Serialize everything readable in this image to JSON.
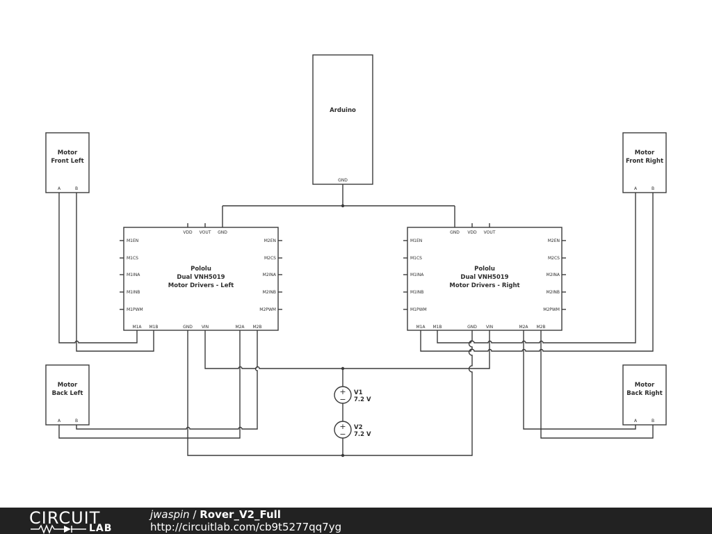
{
  "arduino": {
    "title": "Arduino",
    "gnd": "GND"
  },
  "motors": {
    "front_left": {
      "line1": "Motor",
      "line2": "Front Left",
      "pin_a": "A",
      "pin_b": "B"
    },
    "front_right": {
      "line1": "Motor",
      "line2": "Front Right",
      "pin_a": "A",
      "pin_b": "B"
    },
    "back_left": {
      "line1": "Motor",
      "line2": "Back Left",
      "pin_a": "A",
      "pin_b": "B"
    },
    "back_right": {
      "line1": "Motor",
      "line2": "Back Right",
      "pin_a": "A",
      "pin_b": "B"
    }
  },
  "driver_left": {
    "line1": "Pololu",
    "line2": "Dual VNH5019",
    "line3": "Motor Drivers - Left",
    "pins": {
      "vdd": "VDD",
      "vout": "VOUT",
      "gnd": "GND",
      "vin": "VIN",
      "m1en": "M1EN",
      "m1cs": "M1CS",
      "m1ina": "M1INA",
      "m1inb": "M1INB",
      "m1pwm": "M1PWM",
      "m2en": "M2EN",
      "m2cs": "M2CS",
      "m2ina": "M2INA",
      "m2inb": "M2INB",
      "m2pwm": "M2PWM",
      "m1a": "M1A",
      "m1b": "M1B",
      "m2a": "M2A",
      "m2b": "M2B"
    }
  },
  "driver_right": {
    "line1": "Pololu",
    "line2": "Dual VNH5019",
    "line3": "Motor Drivers - Right",
    "pins": {
      "vdd": "VDD",
      "vout": "VOUT",
      "gnd": "GND",
      "vin": "VIN",
      "m1en": "M1EN",
      "m1cs": "M1CS",
      "m1ina": "M1INA",
      "m1inb": "M1INB",
      "m1pwm": "M1PWM",
      "m2en": "M2EN",
      "m2cs": "M2CS",
      "m2ina": "M2INA",
      "m2inb": "M2INB",
      "m2pwm": "M2PWM",
      "m1a": "M1A",
      "m1b": "M1B",
      "m2a": "M2A",
      "m2b": "M2B"
    }
  },
  "sources": {
    "v1": {
      "name": "V1",
      "value": "7.2 V"
    },
    "v2": {
      "name": "V2",
      "value": "7.2 V"
    },
    "plus": "+",
    "minus": "−"
  },
  "footer": {
    "logo_top": "CIRCUIT",
    "logo_bottom": "LAB",
    "author": "jwaspin",
    "separator": " / ",
    "project": "Rover_V2_Full",
    "url": "http://circuitlab.com/cb9t5277qq7yg"
  }
}
